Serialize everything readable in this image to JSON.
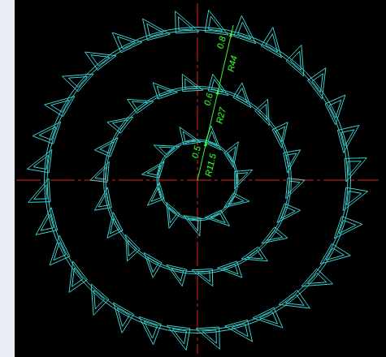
{
  "diagram": {
    "labels": [
      "0.8",
      "R44",
      "0.6",
      "R27",
      "0.5",
      "R11.5"
    ]
  }
}
